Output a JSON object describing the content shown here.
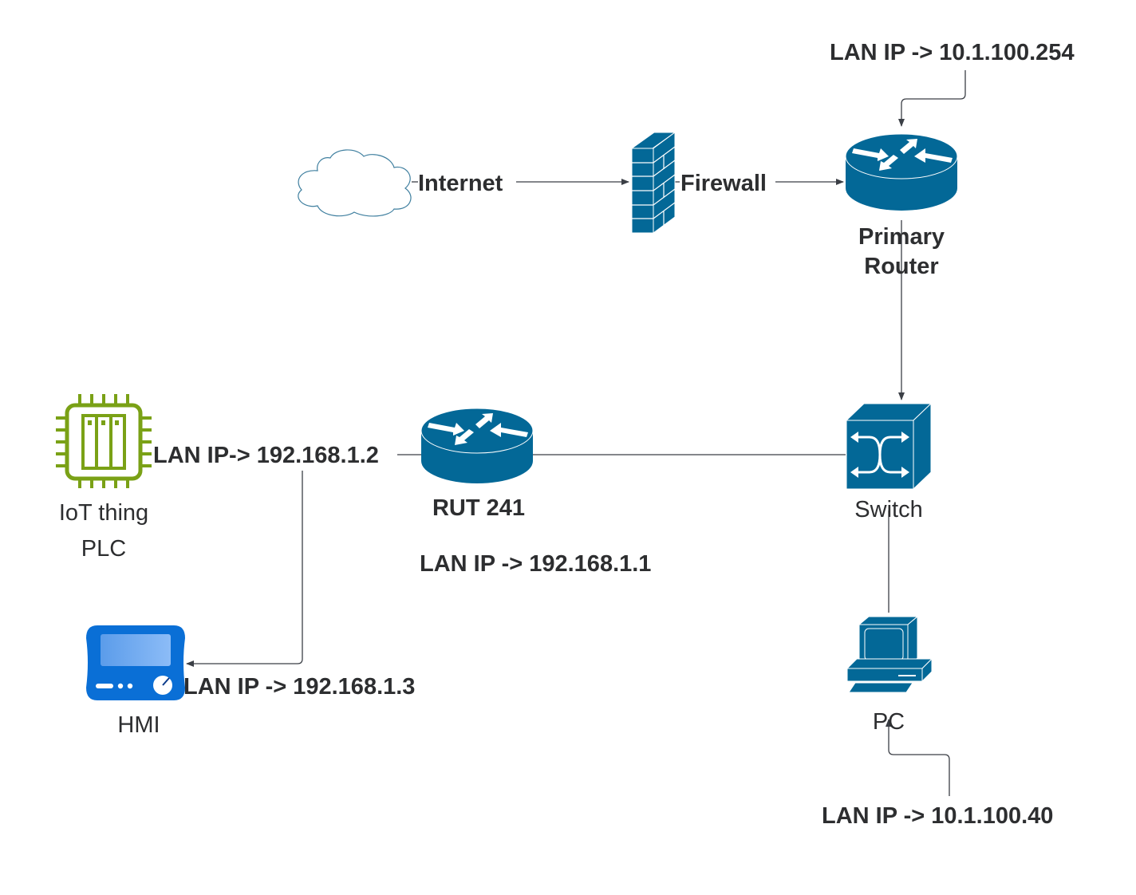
{
  "diagram": {
    "type": "network-topology",
    "nodes": {
      "internet": {
        "label": "Internet",
        "icon": "cloud-icon"
      },
      "firewall": {
        "label": "Firewall",
        "icon": "firewall-icon"
      },
      "primary_router": {
        "label_line1": "Primary",
        "label_line2": "Router",
        "icon": "router-icon",
        "lan_ip_label": "LAN IP -> 10.1.100.254"
      },
      "switch": {
        "label": "Switch",
        "icon": "switch-icon"
      },
      "pc": {
        "label": "PC",
        "icon": "workstation-icon",
        "lan_ip_label": "LAN IP -> 10.1.100.40"
      },
      "rut241": {
        "label": "RUT 241",
        "icon": "router-icon",
        "lan_ip_label": "LAN IP -> 192.168.1.1"
      },
      "plc": {
        "label_line1": "IoT thing",
        "label_line2": "PLC",
        "icon": "chip-icon",
        "lan_ip_label": "LAN IP-> 192.168.1.2"
      },
      "hmi": {
        "label": "HMI",
        "icon": "hmi-panel-icon",
        "lan_ip_label": "LAN IP -> 192.168.1.3"
      }
    },
    "edges": [
      {
        "from": "internet",
        "to": "firewall",
        "arrow": true
      },
      {
        "from": "firewall",
        "to": "primary_router",
        "arrow": true
      },
      {
        "from": "primary_router_ip_label",
        "to": "primary_router",
        "arrow": true
      },
      {
        "from": "primary_router",
        "to": "switch",
        "arrow": true
      },
      {
        "from": "switch",
        "to": "rut241",
        "arrow": false
      },
      {
        "from": "switch",
        "to": "pc",
        "arrow": false
      },
      {
        "from": "pc_ip_label",
        "to": "pc",
        "arrow": true
      },
      {
        "from": "rut241",
        "to": "plc",
        "arrow": false
      },
      {
        "from": "plc_ip_label",
        "to": "hmi",
        "arrow": true
      }
    ],
    "colors": {
      "device_blue": "#036897",
      "plc_green": "#7aa116",
      "hmi_blue": "#0a6fd6",
      "line": "#3b3f46",
      "text": "#2d2e30"
    }
  }
}
